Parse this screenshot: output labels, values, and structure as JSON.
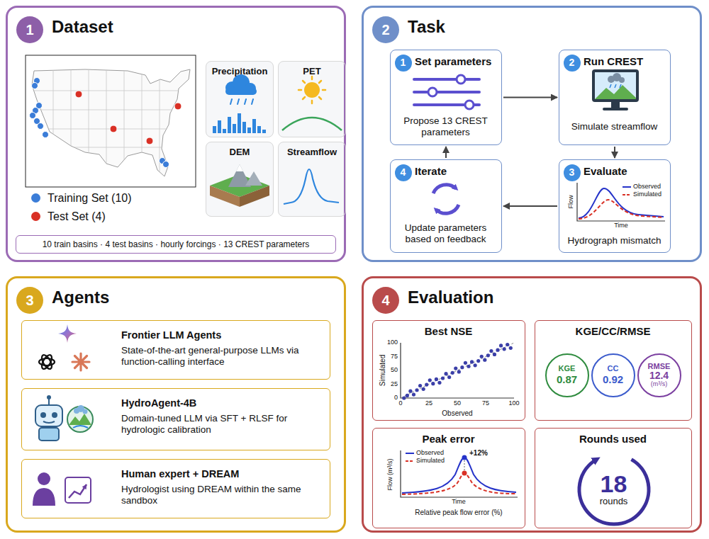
{
  "diagram": {
    "nodes": [
      {
        "text": [
          "Dataset"
        ]
      },
      {
        "text": [
          "1"
        ],
        "in": 0
      },
      {
        "text": [
          "Precipitation"
        ],
        "in": 0
      },
      {
        "text": [
          "PET"
        ],
        "in": 0
      },
      {
        "text": [
          "DEM"
        ],
        "in": 0
      },
      {
        "text": [
          "Streamflow"
        ],
        "in": 0
      },
      {
        "text": [
          "10 train basins · 4 test basins · hourly forcings · 13 CREST parameters"
        ],
        "in": 0
      },
      {
        "text": [
          "Task"
        ]
      },
      {
        "text": [
          "2"
        ],
        "in": 7
      },
      {
        "text": [
          "Set parameters",
          "Propose 13 CREST parameters"
        ],
        "in": 7
      },
      {
        "text": [
          "1"
        ],
        "in": 9
      },
      {
        "text": [
          "Run CREST",
          "Simulate streamflow"
        ],
        "in": 7
      },
      {
        "text": [
          "2"
        ],
        "in": 11
      },
      {
        "text": [
          "Evaluate",
          "Hydrograph mismatch"
        ],
        "in": 7
      },
      {
        "text": [
          "3"
        ],
        "in": 13
      },
      {
        "text": [
          "Iterate",
          "Update parameters based on feedback"
        ],
        "in": 7
      },
      {
        "text": [
          "4"
        ],
        "in": 15
      },
      {
        "text": [
          "Agents"
        ]
      },
      {
        "text": [
          "3"
        ],
        "in": 17
      },
      {
        "text": [
          "Frontier LLM Agents",
          "State-of-the-art general-purpose LLMs via function-calling interface"
        ],
        "in": 17
      },
      {
        "text": [
          "HydroAgent-4B",
          "Domain-tuned LLM via SFT + RLSF for hydrologic calibration"
        ],
        "in": 17
      },
      {
        "text": [
          "Human expert + DREAM",
          "Hydrologist using DREAM within the same sandbox"
        ],
        "in": 17
      },
      {
        "text": [
          "Evaluation"
        ]
      },
      {
        "text": [
          "4"
        ],
        "in": 22
      },
      {
        "text": [
          "Best NSE"
        ],
        "in": 22
      },
      {
        "text": [
          "KGE/CC/RMSE"
        ],
        "in": 22
      },
      {
        "text": [
          "KGE",
          "0.87"
        ],
        "in": 25
      },
      {
        "text": [
          "CC",
          "0.92"
        ],
        "in": 25
      },
      {
        "text": [
          "RMSE",
          "12.4",
          "(m³/s)"
        ],
        "in": 25
      },
      {
        "text": [
          "Peak error"
        ],
        "in": 22
      },
      {
        "text": [
          "Rounds used"
        ],
        "in": 22
      },
      {
        "text": [
          "18",
          "rounds"
        ],
        "in": 30
      }
    ],
    "edges": [
      {
        "from": 9,
        "to": 11,
        "arrow": "to"
      },
      {
        "from": 11,
        "to": 13,
        "arrow": "to"
      },
      {
        "from": 13,
        "to": 15,
        "arrow": "to"
      },
      {
        "from": 15,
        "to": 9,
        "arrow": "to"
      }
    ],
    "labels": [
      "Flow",
      "Time",
      "Simulated",
      "Observed",
      "0",
      "25",
      "50",
      "75",
      "100",
      "0",
      "25",
      "50",
      "75",
      "100",
      "Flow (m³/s)",
      "Time",
      "+12%",
      "Relative peak flow error (%)"
    ],
    "legend": [
      {
        "text": "Training Set (10)",
        "color": "#3b7dd8"
      },
      {
        "text": "Test Set (4)",
        "color": "#d93025"
      },
      {
        "text": "Observed"
      },
      {
        "text": "Simulated"
      },
      {
        "text": "Observed"
      },
      {
        "text": "Simulated"
      }
    ]
  }
}
